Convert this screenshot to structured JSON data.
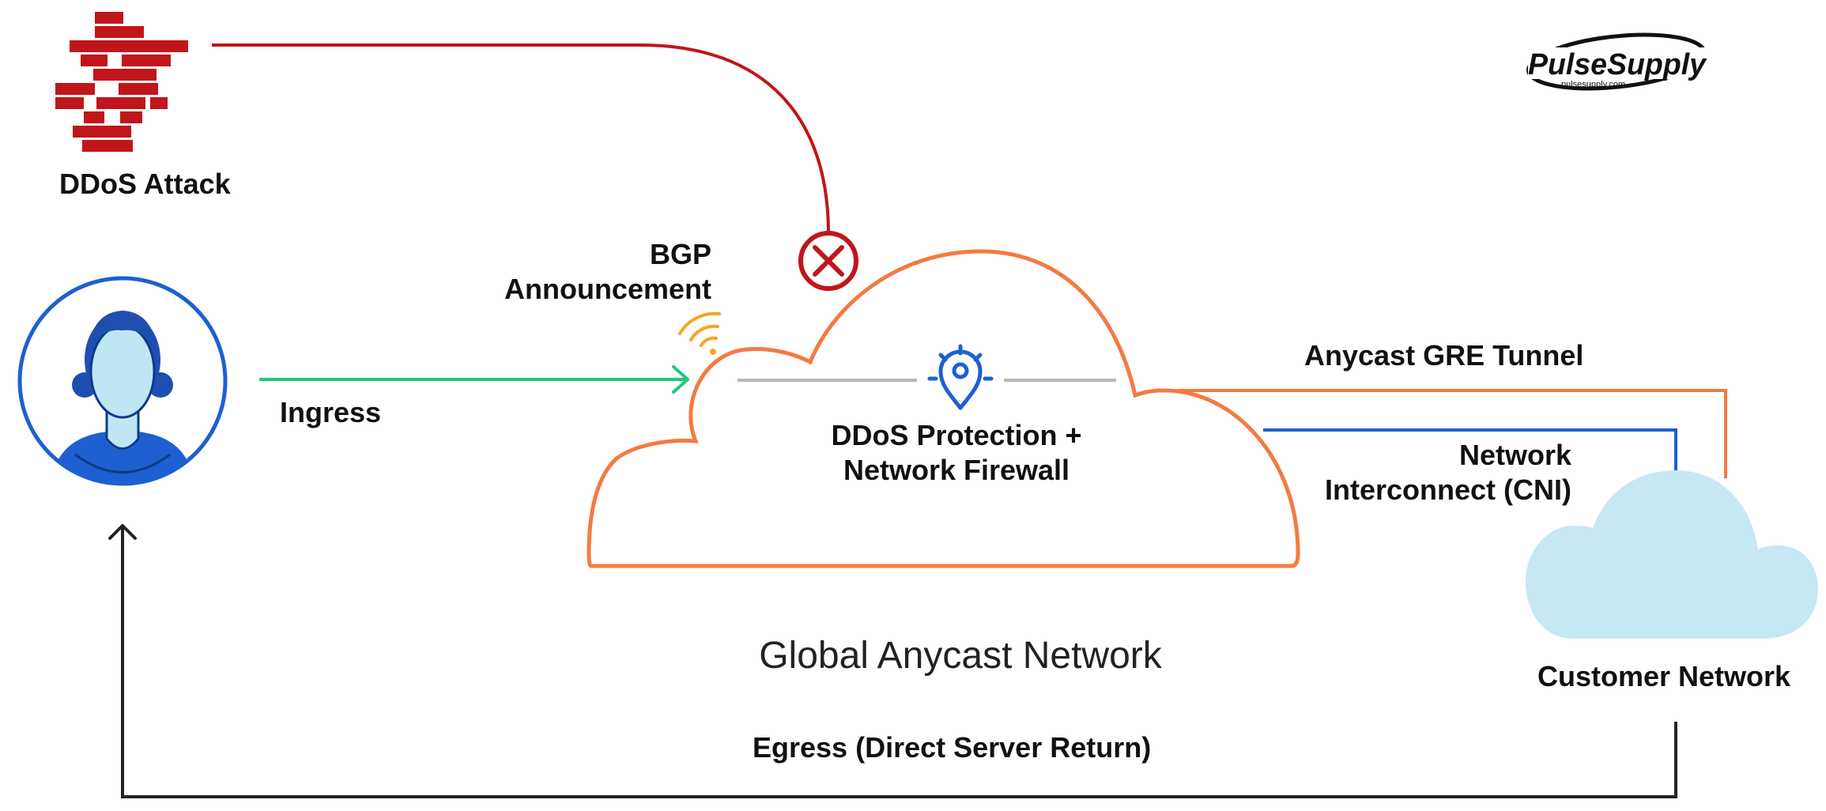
{
  "labels": {
    "ddos_attack": "DDoS Attack",
    "bgp_announcement_line1": "BGP",
    "bgp_announcement_line2": "Announcement",
    "ingress": "Ingress",
    "protection_line1": "DDoS Protection +",
    "protection_line2": "Network Firewall",
    "global_network": "Global Anycast Network",
    "anycast_gre": "Anycast GRE Tunnel",
    "cni_line1": "Network",
    "cni_line2": "Interconnect (CNI)",
    "customer_network": "Customer Network",
    "egress": "Egress (Direct Server Return)"
  },
  "logo": {
    "name": "PulseSupply",
    "url": "pulsesupply.com"
  },
  "icons": {
    "attack": "brick-wall-icon",
    "blocked": "x-circle-icon",
    "broadcast": "signal-waves-icon",
    "location": "location-pin-icon",
    "user": "user-avatar-icon",
    "customer": "cloud-icon"
  },
  "colors": {
    "attack_red": "#c0161b",
    "ingress_green": "#1fc97a",
    "cloud_orange": "#f47a42",
    "cni_blue": "#1e5fd1",
    "customer_cloud": "#c6e8f3",
    "egress_dark": "#222222",
    "user_blue": "#1e5fd1",
    "wave_yellow": "#f5a623"
  }
}
